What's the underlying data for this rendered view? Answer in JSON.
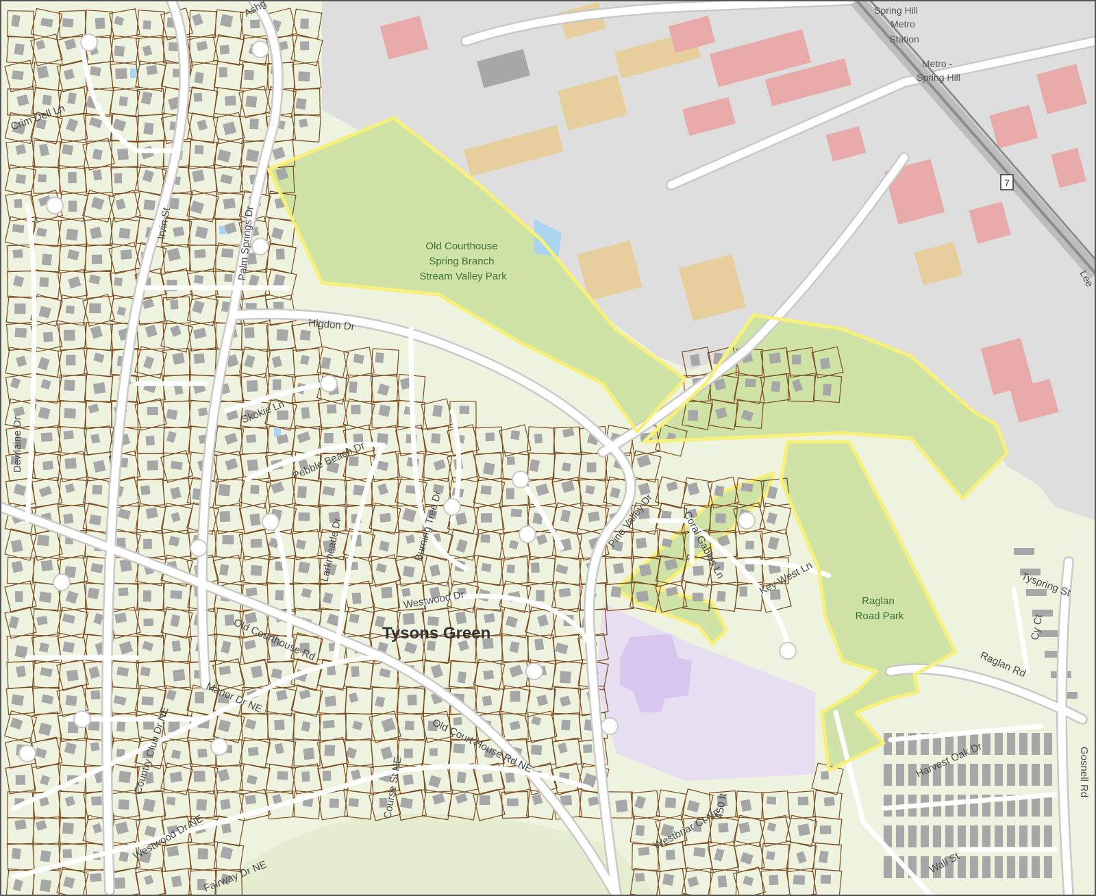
{
  "map": {
    "colors": {
      "land": "#eef3e0",
      "road": "#ffffff",
      "road_casing": "#c9c9c9",
      "parcel_line": "#7a4a1e",
      "park_fill": "#cfe3a6",
      "park_outline": "#f7f07a",
      "building_gray": "#a7a7a7",
      "building_red": "#e8a9a9",
      "building_tan": "#e6cf9c",
      "school": "#d8c6ee",
      "water": "#a9d5f0",
      "urban": "#dedede",
      "rail": "#8c8c8c"
    },
    "place_label": "Tysons Green",
    "parks": [
      {
        "lines": [
          "Old Courthouse",
          "Spring Branch",
          "Stream Valley Park"
        ]
      },
      {
        "lines": [
          "Raglan",
          "Road Park"
        ]
      }
    ],
    "station_labels": [
      {
        "lines": [
          "Spring Hill",
          "Metro",
          "Station"
        ]
      },
      {
        "lines": [
          "Metro -",
          "Spring Hill"
        ]
      }
    ],
    "route_shield": "7",
    "streets": [
      "Crim Dell Ln",
      "Irvin St",
      "Palm Springs Dr",
      "Higdon Dr",
      "Skokie Ln",
      "Pebble Beach Dr",
      "Larkmeade Dr",
      "Burning Tree Dr",
      "Westwood Dr",
      "Old Courthouse Rd",
      "Manor Dr NE",
      "Country Club Dr NE",
      "Course St NE",
      "Old Court House Rd NE",
      "Westwood Dr NE",
      "Fairway Dr NE",
      "Westbriar Ct NE",
      "Pine Valley Dr",
      "Coral Gables Ln",
      "Key West Ln",
      "Raglan Rd",
      "Tyspring St",
      "Cy Ct",
      "Gosnell Rd",
      "Harvest Oak Dr",
      "Wall St",
      "Dewlaine Dr",
      "Lee",
      "Ashg"
    ],
    "elevation_label": "450 ft"
  }
}
